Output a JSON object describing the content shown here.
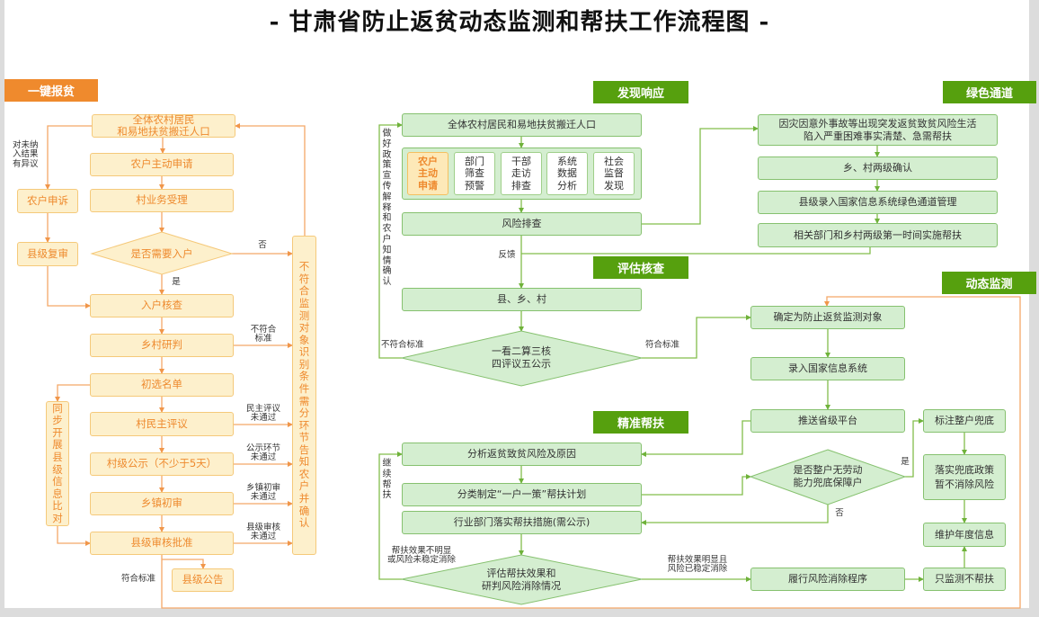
{
  "page": {
    "title": "- 甘肃省防止返贫动态监测和帮扶工作流程图 -"
  },
  "sections": {
    "report": "一键报贫",
    "discover": "发现响应",
    "assess": "评估核查",
    "assist": "精准帮扶",
    "green_channel": "绿色通道",
    "monitor": "动态监测"
  },
  "colors": {
    "orange_accent": "#ef8a2d",
    "green_accent": "#56a00e",
    "orange_box_fill": "#fdf0cc",
    "green_box_fill": "#d4eed0"
  },
  "report_flow": {
    "all_residents": "全体农村居民\n和易地扶贫搬迁人口",
    "apply": "农户主动申请",
    "accept": "村业务受理",
    "need_visit": "是否需要入户",
    "visit_check": "入户核查",
    "village_judge": "乡村研判",
    "shortlist": "初选名单",
    "villager_review": "村民主评议",
    "village_publicity": "村级公示（不少于5天）",
    "township_review": "乡镇初审",
    "county_approval": "县级审核批准",
    "county_notice": "县级公告",
    "appeal": "农户申诉",
    "county_recheck": "县级复审",
    "sync_compare": "同步开展县级信息比对",
    "not_qualified_notice": "不符合监测对象识别条件需分环节告知农户并确认",
    "labels": {
      "objection": "对未纳\n入结果\n有异议",
      "no": "否",
      "yes": "是",
      "not_standard": "不符合\n标准",
      "review_failed": "民主评议\n未通过",
      "publicity_failed": "公示环节\n未通过",
      "township_failed": "乡镇初审\n未通过",
      "county_failed": "县级审核\n未通过",
      "meets_standard": "符合标准"
    }
  },
  "discover_flow": {
    "all_residents": "全体农村居民和易地扶贫搬迁人口",
    "channels": [
      "农户\n主动\n申请",
      "部门\n筛查\n预警",
      "干部\n走访\n排查",
      "系统\n数据\n分析",
      "社会\n监督\n发现"
    ],
    "risk_check": "风险排查",
    "feedback": "反馈",
    "policy_note": "做好政策宣传解释和农户知情确认"
  },
  "assess_flow": {
    "levels": "县、乡、村",
    "decision": "一看二算三核\n四评议五公示",
    "not_standard": "不符合标准",
    "meets_standard": "符合标准"
  },
  "assist_flow": {
    "analyze": "分析返贫致贫风险及原因",
    "plan": "分类制定“一户一策”帮扶计划",
    "implement": "行业部门落实帮扶措施(需公示)",
    "evaluate": "评估帮扶效果和\n研判风险消除情况",
    "continue": "继续帮扶",
    "not_effective": "帮扶效果不明显\n或风险未稳定消除",
    "effective": "帮扶效果明显且\n风险已稳定消除"
  },
  "green_flow": {
    "sudden_risk": "因灾因意外事故等出现突发返贫致贫风险生活\n陷入严重困难事实清楚、急需帮扶",
    "two_level_confirm": "乡、村两级确认",
    "county_entry": "县级录入国家信息系统绿色通道管理",
    "immediate_help": "相关部门和乡村两级第一时间实施帮扶"
  },
  "monitor_flow": {
    "determine": "确定为防止返贫监测对象",
    "enter_system": "录入国家信息系统",
    "push_platform": "推送省级平台",
    "guarantee_check": "是否整户无劳动\n能力兜底保障户",
    "yes": "是",
    "no": "否",
    "mark_household": "标注整户兜底",
    "implement_policy": "落实兜底政策\n暂不消除风险",
    "maintain_info": "维护年度信息",
    "monitor_only": "只监测不帮扶",
    "eliminate_risk": "履行风险消除程序"
  }
}
